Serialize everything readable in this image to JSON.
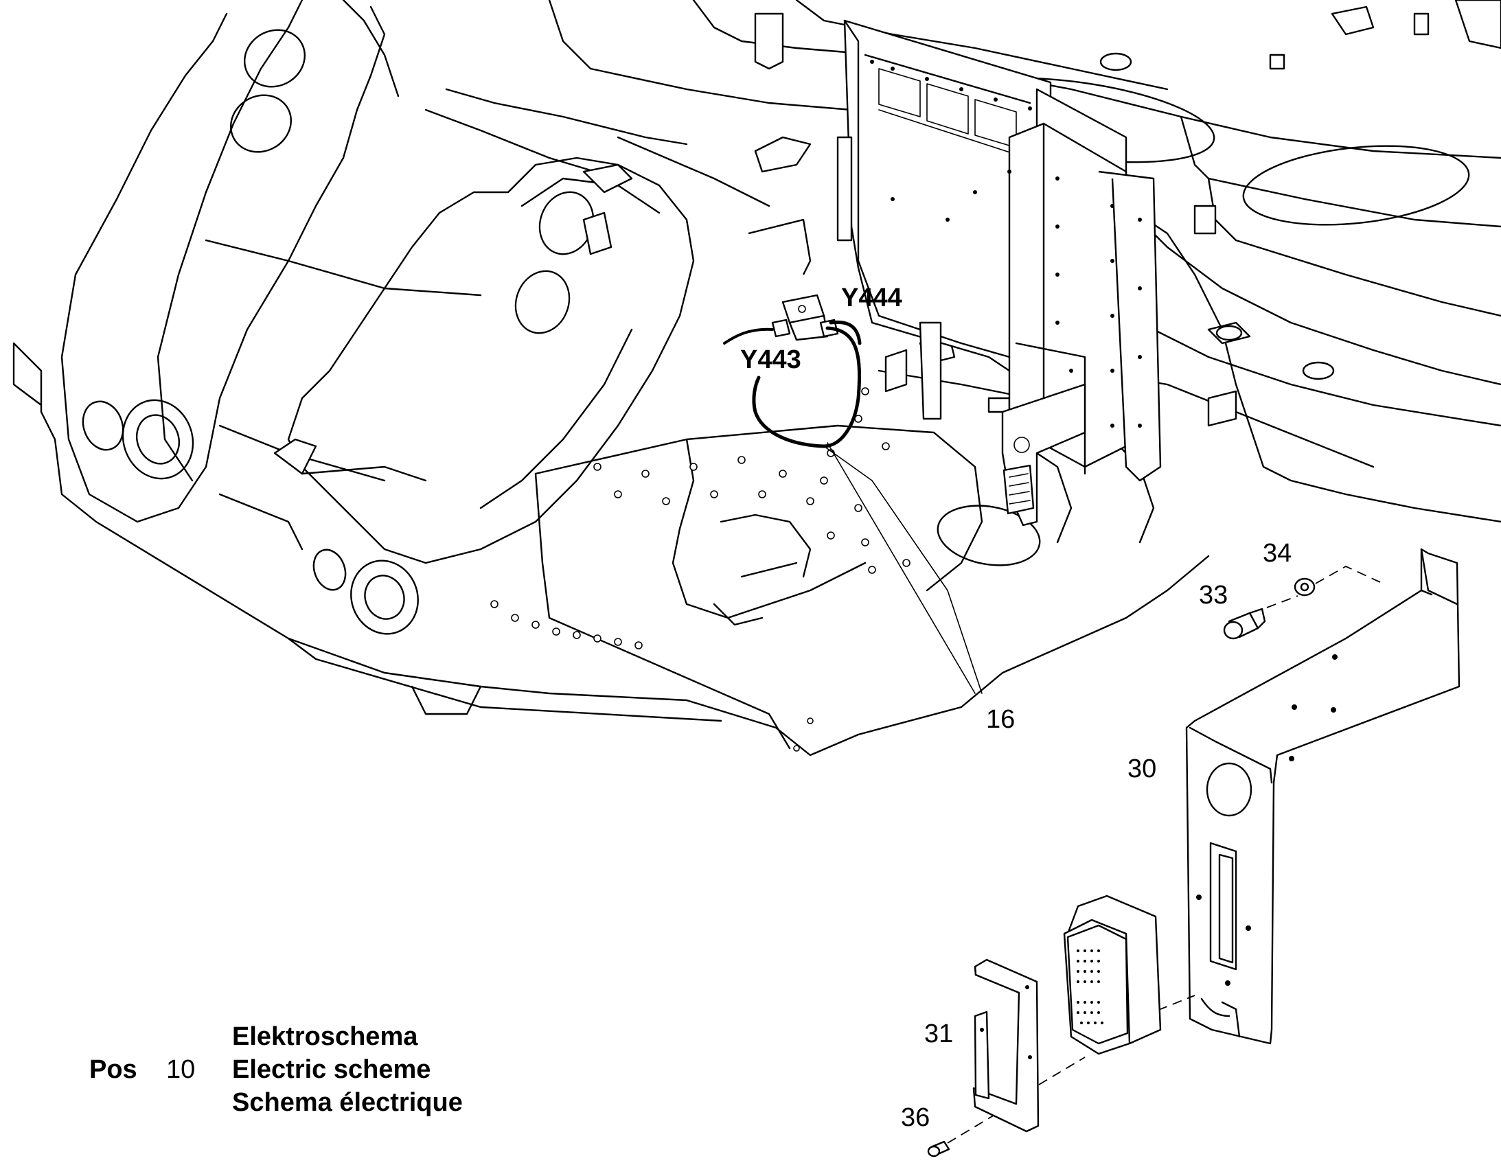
{
  "signals": {
    "y444": "Y444",
    "y443": "Y443"
  },
  "callouts": {
    "c16": "16",
    "c30": "30",
    "c31": "31",
    "c33": "33",
    "c34": "34",
    "c36": "36"
  },
  "legend": {
    "pos_label": "Pos",
    "pos_number": "10",
    "lines": [
      "Elektroschema",
      "Electric scheme",
      "Schema électrique"
    ]
  }
}
